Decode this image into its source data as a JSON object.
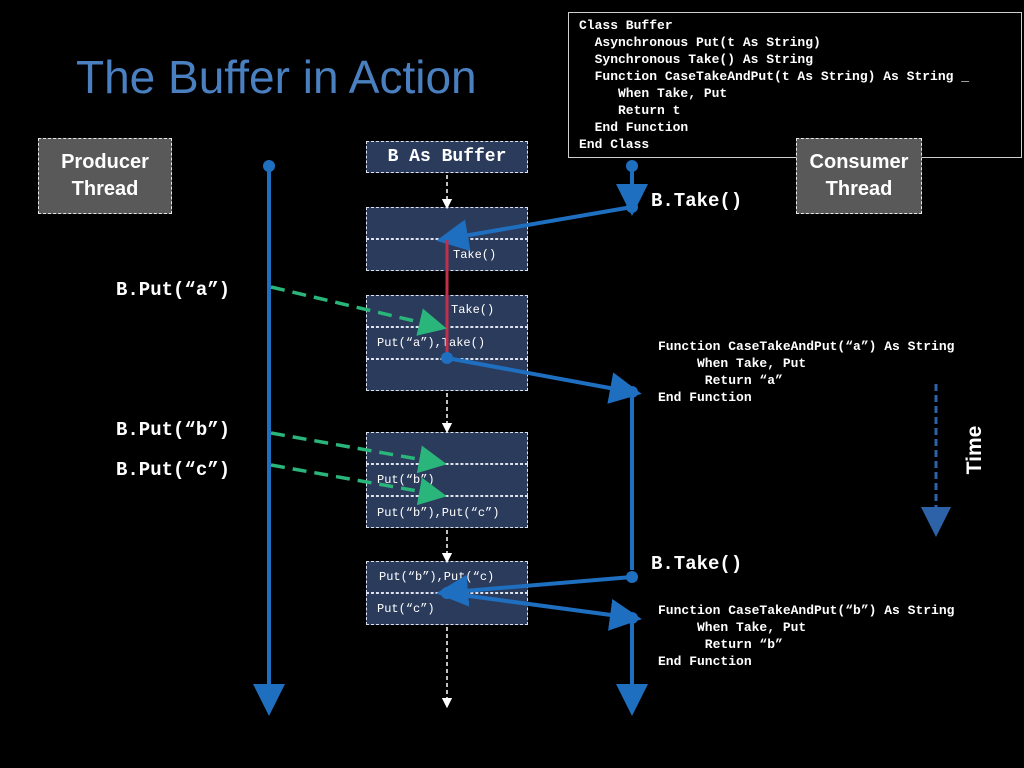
{
  "title": "The Buffer in Action",
  "code": {
    "lines": [
      "Class Buffer",
      "  Asynchronous Put(t As String)",
      "  Synchronous Take() As String",
      "  Function CaseTakeAndPut(t As String) As String _",
      "     When Take, Put",
      "     Return t",
      "  End Function",
      "End Class"
    ]
  },
  "producer": {
    "line1": "Producer",
    "line2": "Thread"
  },
  "consumer": {
    "line1": "Consumer",
    "line2": "Thread"
  },
  "buffer": {
    "header": "B As Buffer",
    "cells": [
      {
        "text": ""
      },
      {
        "text": "Take()"
      },
      {
        "text": "Take()"
      },
      {
        "text": "Put(“a”),Take()"
      },
      {
        "text": ""
      },
      {
        "text": ""
      },
      {
        "text": "Put(“b”)"
      },
      {
        "text": "Put(“b”),Put(“c”)"
      },
      {
        "text": "Put(“b”),Put(“c)"
      },
      {
        "text": "Put(“c”)"
      }
    ]
  },
  "calls": {
    "put_a": "B.Put(“a”)",
    "put_b": "B.Put(“b”)",
    "put_c": "B.Put(“c”)",
    "take1": "B.Take()",
    "take2": "B.Take()"
  },
  "functions": {
    "fn_a": [
      "Function CaseTakeAndPut(“a”) As String",
      "     When Take, Put",
      "      Return “a”",
      "End Function"
    ],
    "fn_b": [
      "Function CaseTakeAndPut(“b”) As String",
      "     When Take, Put",
      "      Return “b”",
      "End Function"
    ]
  },
  "time_label": "Time",
  "colors": {
    "thread_line": "#1f6fc1",
    "put_arrow": "#1faa6e",
    "take_link": "#c0304a",
    "cell_fill": "#2b3b5c",
    "title": "#4a7fc0"
  }
}
